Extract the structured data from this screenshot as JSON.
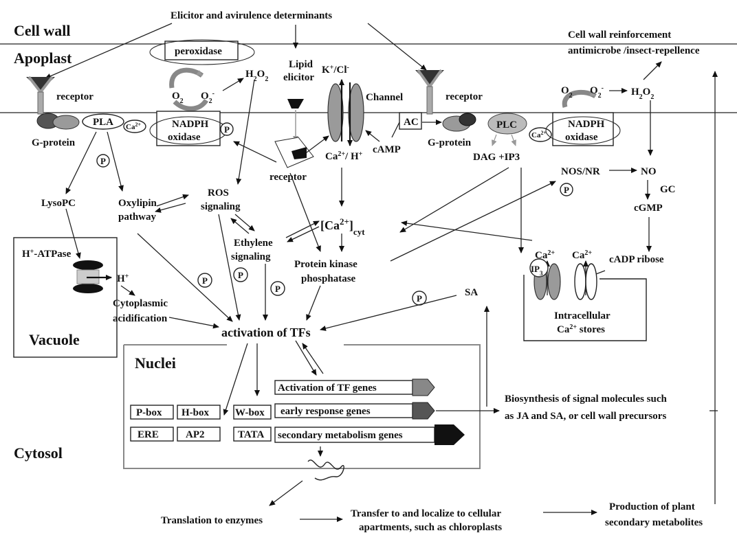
{
  "regions": {
    "cell_wall": "Cell wall",
    "apoplast": "Apoplast",
    "cytosol": "Cytosol",
    "vacuole": "Vacuole",
    "nuclei": "Nuclei"
  },
  "top": {
    "elicitor": "Elicitor and avirulence determinants",
    "reinforcement_1": "Cell wall reinforcement",
    "reinforcement_2": "antimicrobe /insect-repellence"
  },
  "membrane": {
    "peroxidase": "peroxidase",
    "o2_left": "O",
    "o2minus_left": "O",
    "h2o2_left": "H",
    "lipid_elicitor_1": "Lipid",
    "lipid_elicitor_2": "elicitor",
    "channel_ions": "K",
    "channel": "Channel",
    "receptor_left": "receptor",
    "receptor_right": "receptor",
    "o2_right": "O",
    "o2minus_right": "O",
    "h2o2_right": "H",
    "pla": "PLA",
    "ca_small": "Ca",
    "nadph_left_1": "NADPH",
    "nadph_left_2": "oxidase",
    "p": "P",
    "ac": "AC",
    "plc": "PLC",
    "nadph_right_1": "NADPH",
    "nadph_right_2": "oxidase",
    "g_protein_left": "G-protein",
    "g_protein_right": "G-protein",
    "camp": "cAMP",
    "ca_h": "Ca",
    "receptor_mid": "receptor",
    "dag_ip3": "DAG +IP3"
  },
  "cytosol": {
    "lysopc": "LysoPC",
    "oxylipin_1": "Oxylipin",
    "oxylipin_2": "pathway",
    "ros_1": "ROS",
    "ros_2": "signaling",
    "ca_cyt": "[Ca",
    "nos_nr": "NOS/NR",
    "no": "NO",
    "gc": "GC",
    "cgmp": "cGMP",
    "h_atpase": "H",
    "h_plus": "H",
    "ethylene_1": "Ethylene",
    "ethylene_2": "signaling",
    "pk_1": "Protein kinase",
    "pk_2": "phosphatase",
    "cadp": "cADP ribose",
    "ip3": "IP",
    "ca_store_1": "Ca",
    "ca_store_2": "Ca",
    "cyto_acid_1": "Cytoplasmic",
    "cyto_acid_2": "acidification",
    "sa": "SA",
    "intracellular_1": "Intracellular",
    "intracellular_2": "Ca",
    "activation_tfs": "activation of TFs"
  },
  "nucleus": {
    "activation_tf_genes": "Activation of TF genes",
    "early_genes": "early response genes",
    "secondary_genes": "secondary metabolism genes",
    "p_box": "P-box",
    "h_box": "H-box",
    "w_box": "W-box",
    "ere": "ERE",
    "ap2": "AP2",
    "tata": "TATA"
  },
  "bottom": {
    "biosynthesis_1": "Biosynthesis of signal molecules such",
    "biosynthesis_2": "as JA and SA, or cell wall precursors",
    "translation": "Translation to enzymes",
    "transfer_1": "Transfer to and localize to cellular",
    "transfer_2": "apartments, such as chloroplasts",
    "production_1": "Production of plant",
    "production_2": "secondary metabolites"
  }
}
